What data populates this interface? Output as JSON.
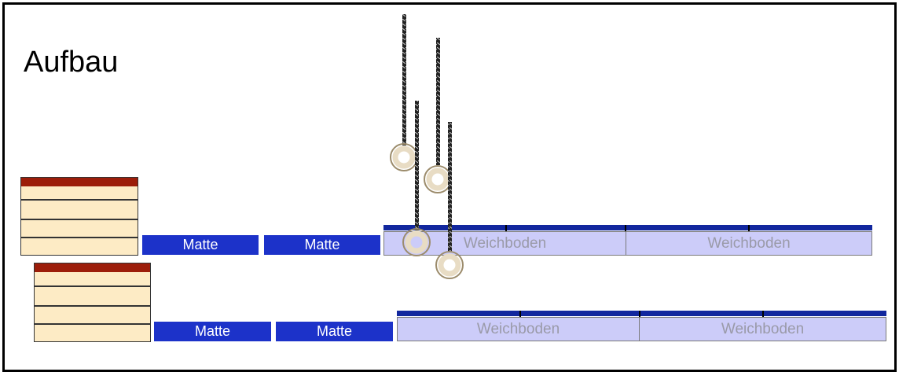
{
  "title": "Aufbau",
  "mats": {
    "matte": "Matte",
    "weichboden": "Weichboden"
  },
  "colors": {
    "box_top": "#9c1d0a",
    "box_fill": "#fdebc5",
    "matte": "#1c32c9",
    "weichboden": "#ccccf9",
    "weichboden_bar": "#12279e"
  }
}
